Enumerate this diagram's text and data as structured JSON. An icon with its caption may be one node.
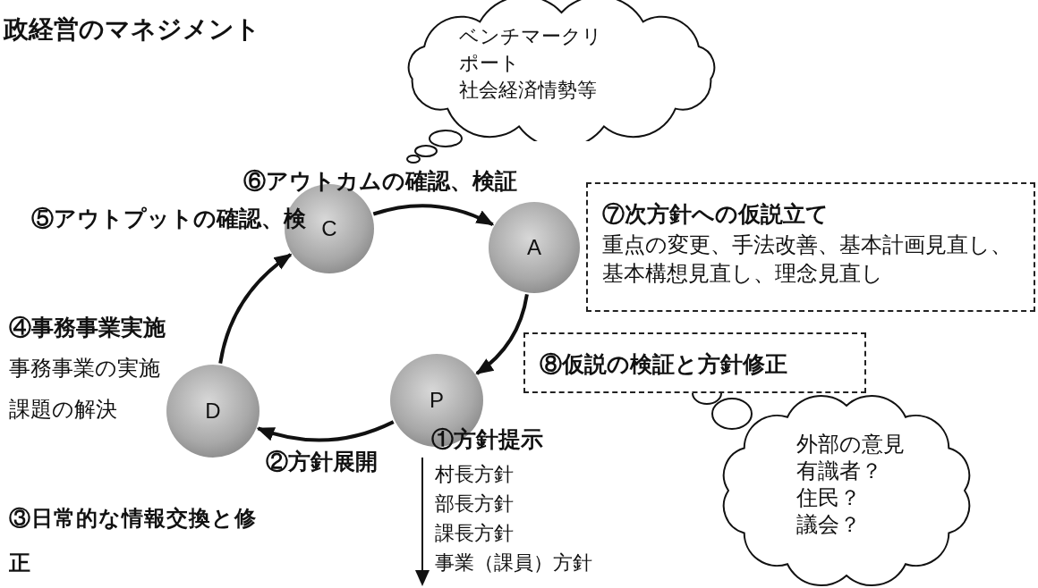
{
  "diagram": {
    "title": "政経営のマネジメント",
    "nodes": [
      {
        "text": [
          "P"
        ]
      },
      {
        "text": [
          "D"
        ]
      },
      {
        "text": [
          "C"
        ]
      },
      {
        "text": [
          "A"
        ]
      },
      {
        "text": [
          "ベンチマークリポート",
          "社会経済情勢等"
        ]
      },
      {
        "text": [
          "⑦次方針への仮説立て",
          "重点の変更、手法改善、基本計画見直し、基本構想見直し、理念見直し"
        ]
      },
      {
        "text": [
          "⑧仮説の検証と方針修正"
        ]
      },
      {
        "text": [
          "外部の意見",
          "有識者？",
          "住民？",
          "議会？"
        ]
      }
    ],
    "edges": [
      {
        "from": 2,
        "to": 3,
        "arrow": "to"
      },
      {
        "from": 3,
        "to": 0,
        "arrow": "to"
      },
      {
        "from": 0,
        "to": 1,
        "arrow": "to",
        "label": "②方針展開"
      },
      {
        "from": 1,
        "to": 2,
        "arrow": "to"
      }
    ],
    "labels": [
      "⑥アウトカムの確認、検証",
      "⑤アウトプットの確認、検",
      "④事務事業実施",
      "事務事業の実施",
      "課題の解決",
      "①方針提示",
      "村長方針",
      "部長方針",
      "課長方針",
      "事業（課員）方針",
      "③日常的な情報交換と修正"
    ]
  }
}
